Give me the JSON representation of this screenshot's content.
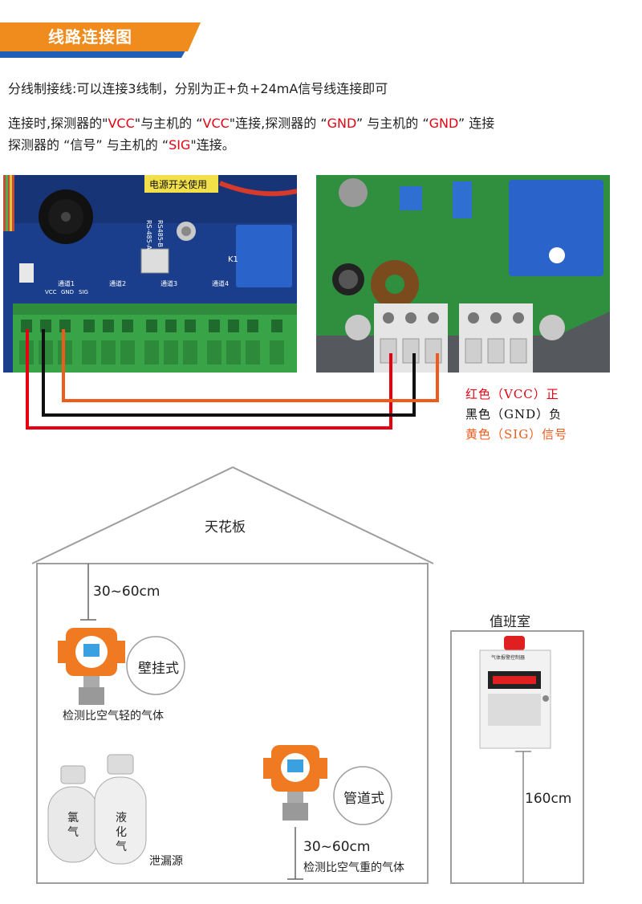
{
  "header": {
    "title": "线路连接图"
  },
  "intro": {
    "line1": "分线制接线:可以连接3线制，分别为正+负+24mA信号线连接即可",
    "line2": [
      {
        "t": "连接时,探测器的\"",
        "c": ""
      },
      {
        "t": "VCC",
        "c": "red"
      },
      {
        "t": "\"与主机的 “",
        "c": ""
      },
      {
        "t": "VCC",
        "c": "red"
      },
      {
        "t": "\"连接,探测器的 “",
        "c": ""
      },
      {
        "t": "GND",
        "c": "red"
      },
      {
        "t": "” 与主机的 “",
        "c": ""
      },
      {
        "t": "GND",
        "c": "red"
      },
      {
        "t": "” 连接",
        "c": ""
      }
    ],
    "line3": [
      {
        "t": "探测器的 “信号” 与主机的 “",
        "c": ""
      },
      {
        "t": "SIG",
        "c": "red"
      },
      {
        "t": "\"连接。",
        "c": ""
      }
    ]
  },
  "board_left": {
    "power_label": "电源开关使用",
    "rs485a": "RS-485-A",
    "rs485b": "RS485-B",
    "relay_label": "K1",
    "channels": [
      "通道1",
      "通道2",
      "通道3",
      "通道4"
    ],
    "pins": [
      "VCC",
      "GND",
      "SIG"
    ]
  },
  "legend": {
    "red": "红色（VCC）正",
    "black": "黑色（GND）负",
    "yellow": "黄色（SIG）信号"
  },
  "colors": {
    "red": "#e60012",
    "black": "#111111",
    "yellow": "#f05a1a",
    "banner": "#f08c1e",
    "banner_accent": "#1f5fb8"
  },
  "plan": {
    "ceiling": "天花板",
    "distance_top": "30~60cm",
    "wall_type": "壁挂式",
    "wall_caption": "检测比空气轻的气体",
    "pipe_type": "管道式",
    "distance_bottom": "30~60cm",
    "pipe_caption": "检测比空气重的气体",
    "duty_room": "值班室",
    "duty_height": "160cm",
    "leak_source": "泄漏源",
    "cylinder_left": "氯气",
    "cylinder_right": "液化气",
    "controller_title": "气体报警控制器"
  }
}
